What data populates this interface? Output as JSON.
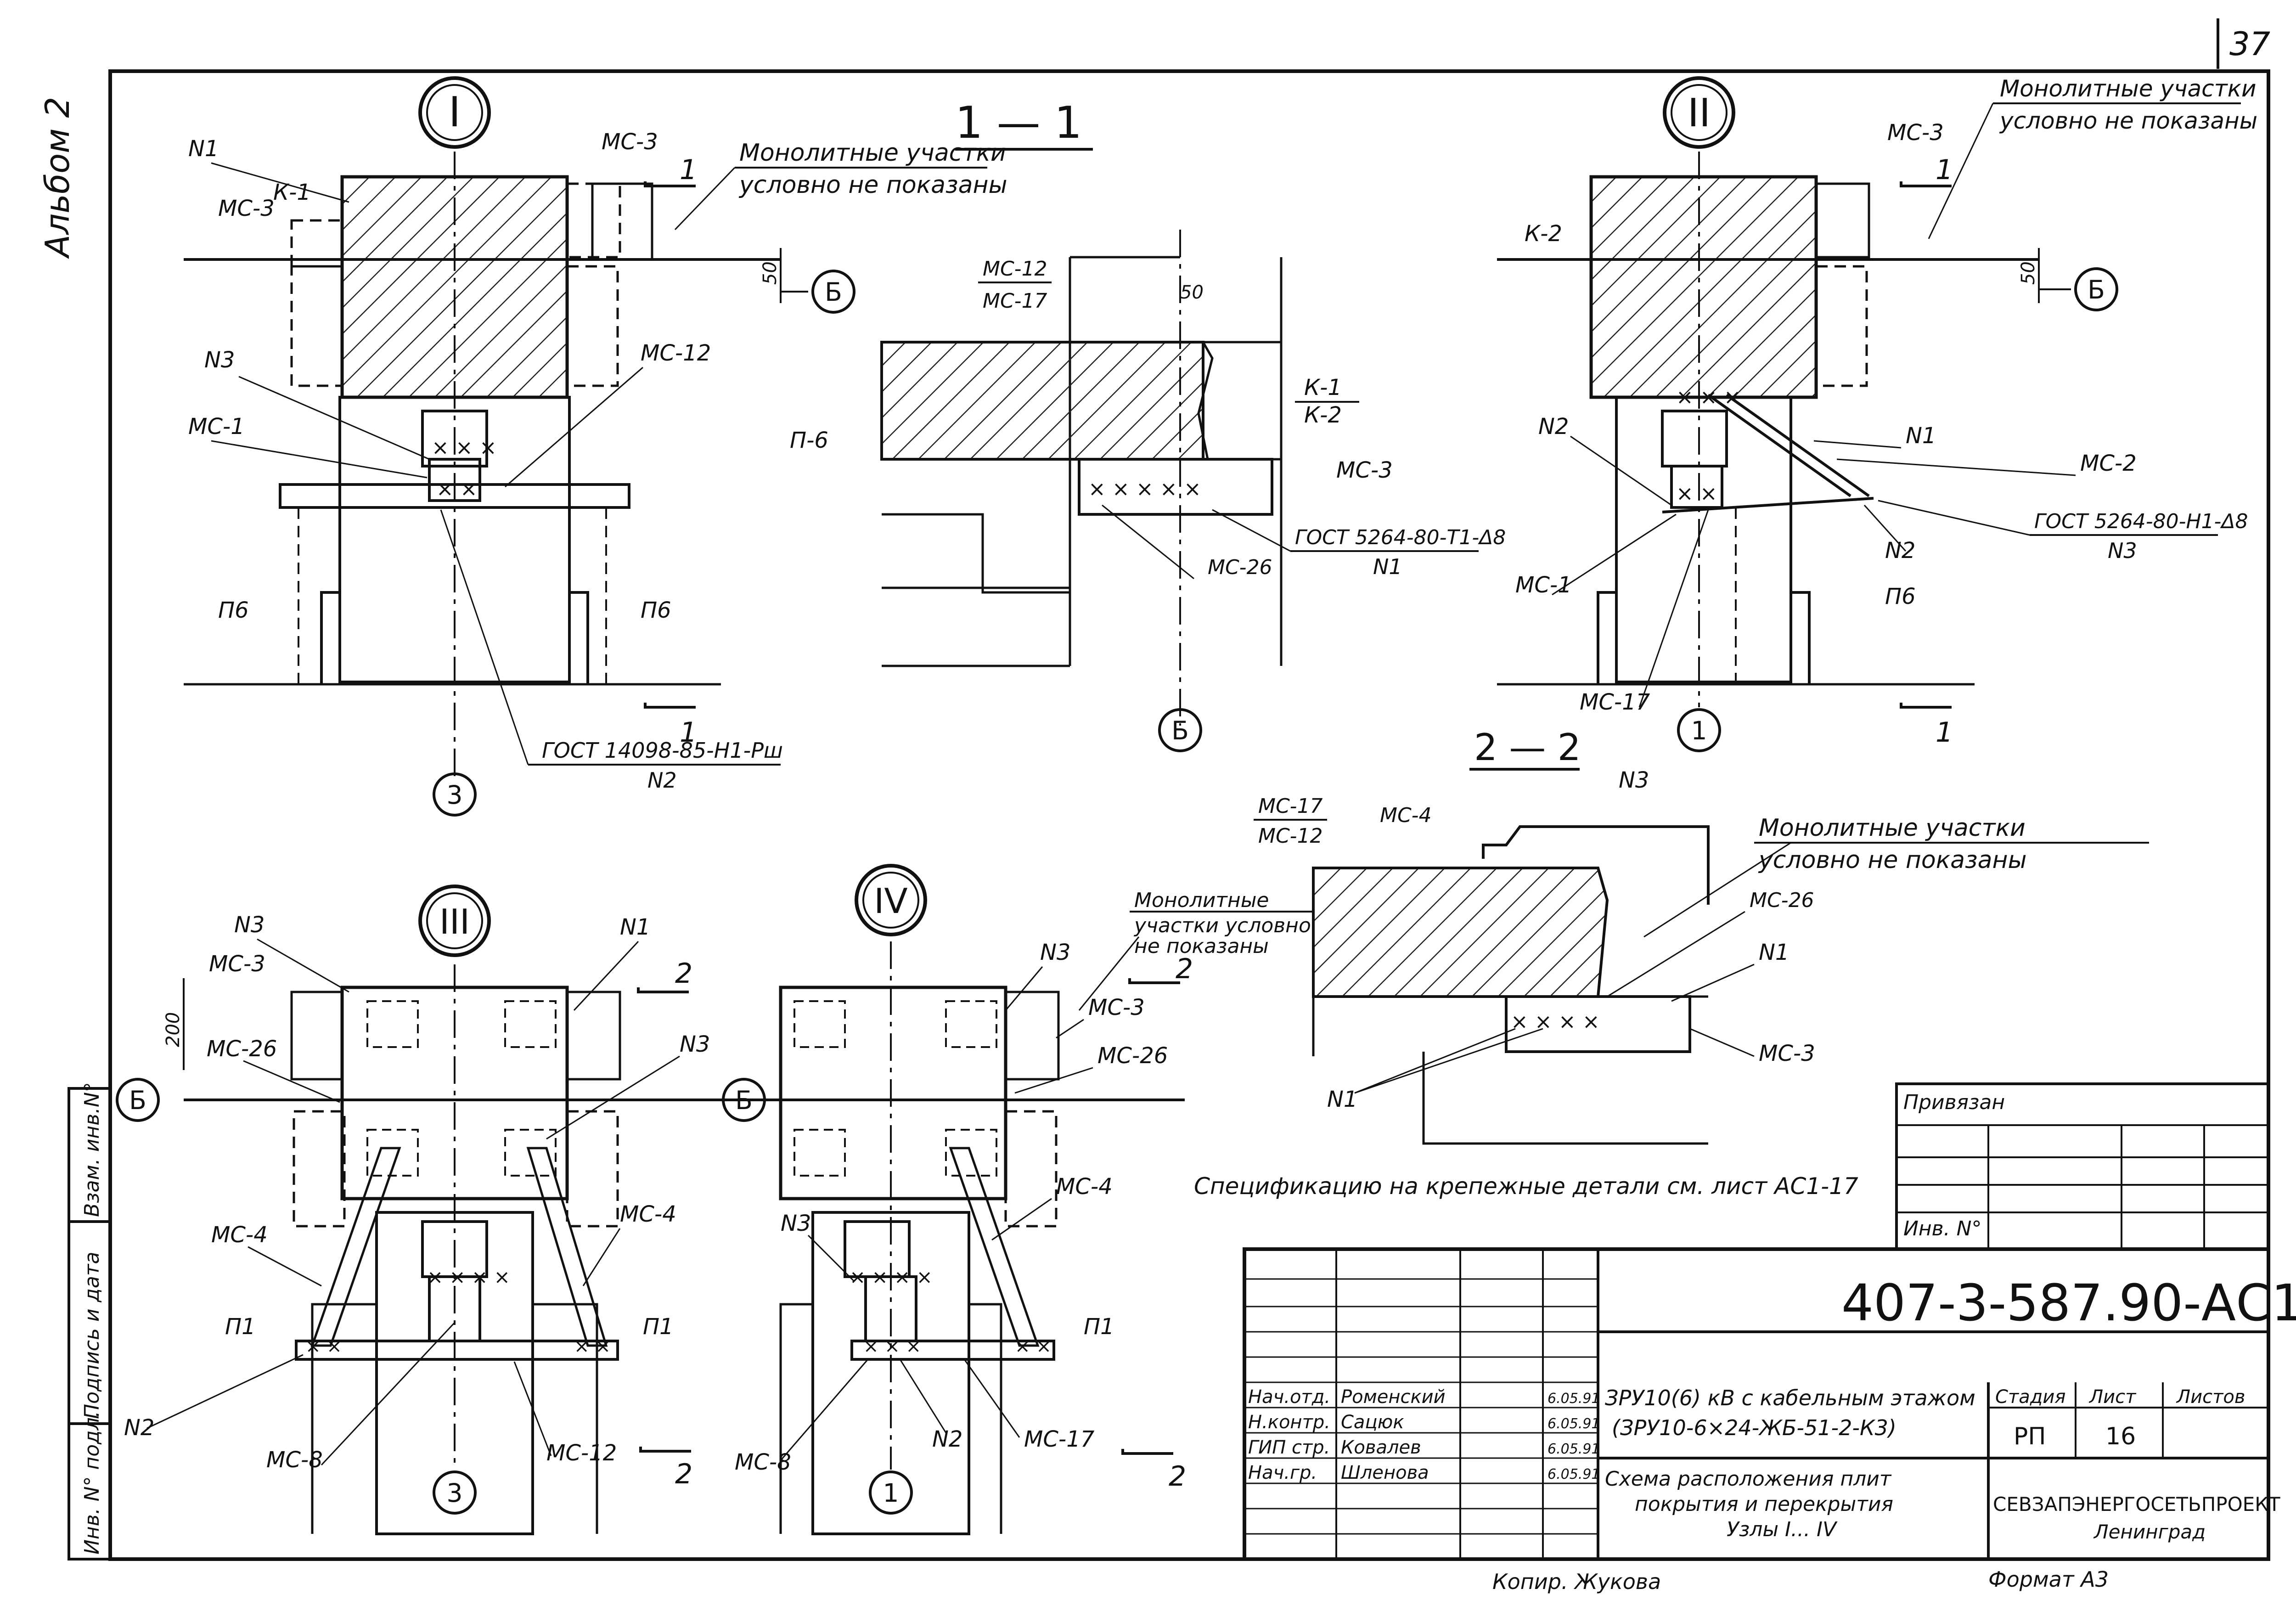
{
  "page_number": "37",
  "album_label": "Альбом 2",
  "left_stamp": {
    "col1": "Инв. N° подл.",
    "col2": "Подпись и дата",
    "col3": "Взам. инв.N°"
  },
  "sections": {
    "s11": "1 — 1",
    "s22": "2 — 2"
  },
  "nodes": {
    "I": "I",
    "II": "II",
    "III": "III",
    "IV": "IV"
  },
  "axes": {
    "b": "Б",
    "three": "3",
    "one": "1"
  },
  "notes": {
    "mono_1a": "Монолитные участки",
    "mono_1b": "условно не показаны",
    "mono_2a": "Монолитные участки",
    "mono_2b": "условно не показаны",
    "mono_3a": "Монолитные участки",
    "mono_3b": "условно не показаны",
    "mono_4a": "Монолитные",
    "mono_4b": "участки условно",
    "mono_4c": "не показаны",
    "spec": "Спецификацию на крепежные детали см. лист АС1-17"
  },
  "dims": {
    "d50": "50",
    "d200": "200"
  },
  "labels": {
    "N1": "N1",
    "N2": "N2",
    "N3": "N3",
    "K1": "К-1",
    "K2": "К-2",
    "MC1": "МС-1",
    "MC2": "МС-2",
    "MC3": "МС-3",
    "MC4": "МС-4",
    "MC8": "МС-8",
    "MC12": "МС-12",
    "MC17": "МС-17",
    "MC26": "МС-26",
    "P6": "П6",
    "P_6": "П-6",
    "P1": "П1",
    "gost1": "ГОСТ 14098-85-Н1-Рш",
    "gost2": "ГОСТ 5264-80-Т1-Δ8",
    "gost3": "ГОСТ 5264-80-Н1-Δ8",
    "sec1": "1",
    "sec2": "2"
  },
  "title_block": {
    "privyazan": "Привязан",
    "inv": "Инв. N°",
    "code": "407-3-587.90-АС1",
    "rows": [
      {
        "role": "Нач.отд.",
        "name": "Роменский",
        "date": "6.05.91"
      },
      {
        "role": "Н.контр.",
        "name": "Сацюк",
        "date": "6.05.91"
      },
      {
        "role": "ГИП стр.",
        "name": "Ковалев",
        "date": "6.05.91"
      },
      {
        "role": "Нач.гр.",
        "name": "Шленова",
        "date": "6.05.91"
      }
    ],
    "title_line1": "ЗРУ10(6) кВ с кабельным этажом",
    "title_line2": "(ЗРУ10-6×24-ЖБ-51-2-К3)",
    "desc_line1": "Схема расположения плит",
    "desc_line2": "покрытия и перекрытия",
    "desc_line3": "Узлы I... IV",
    "stage_h": "Стадия",
    "sheet_h": "Лист",
    "sheets_h": "Листов",
    "stage": "РП",
    "sheet": "16",
    "org1": "СЕВЗАПЭНЕРГОСЕТЬПРОЕКТ",
    "org2": "Ленинград"
  },
  "footer": {
    "copied": "Копир. Жукова",
    "format": "Формат А3"
  }
}
